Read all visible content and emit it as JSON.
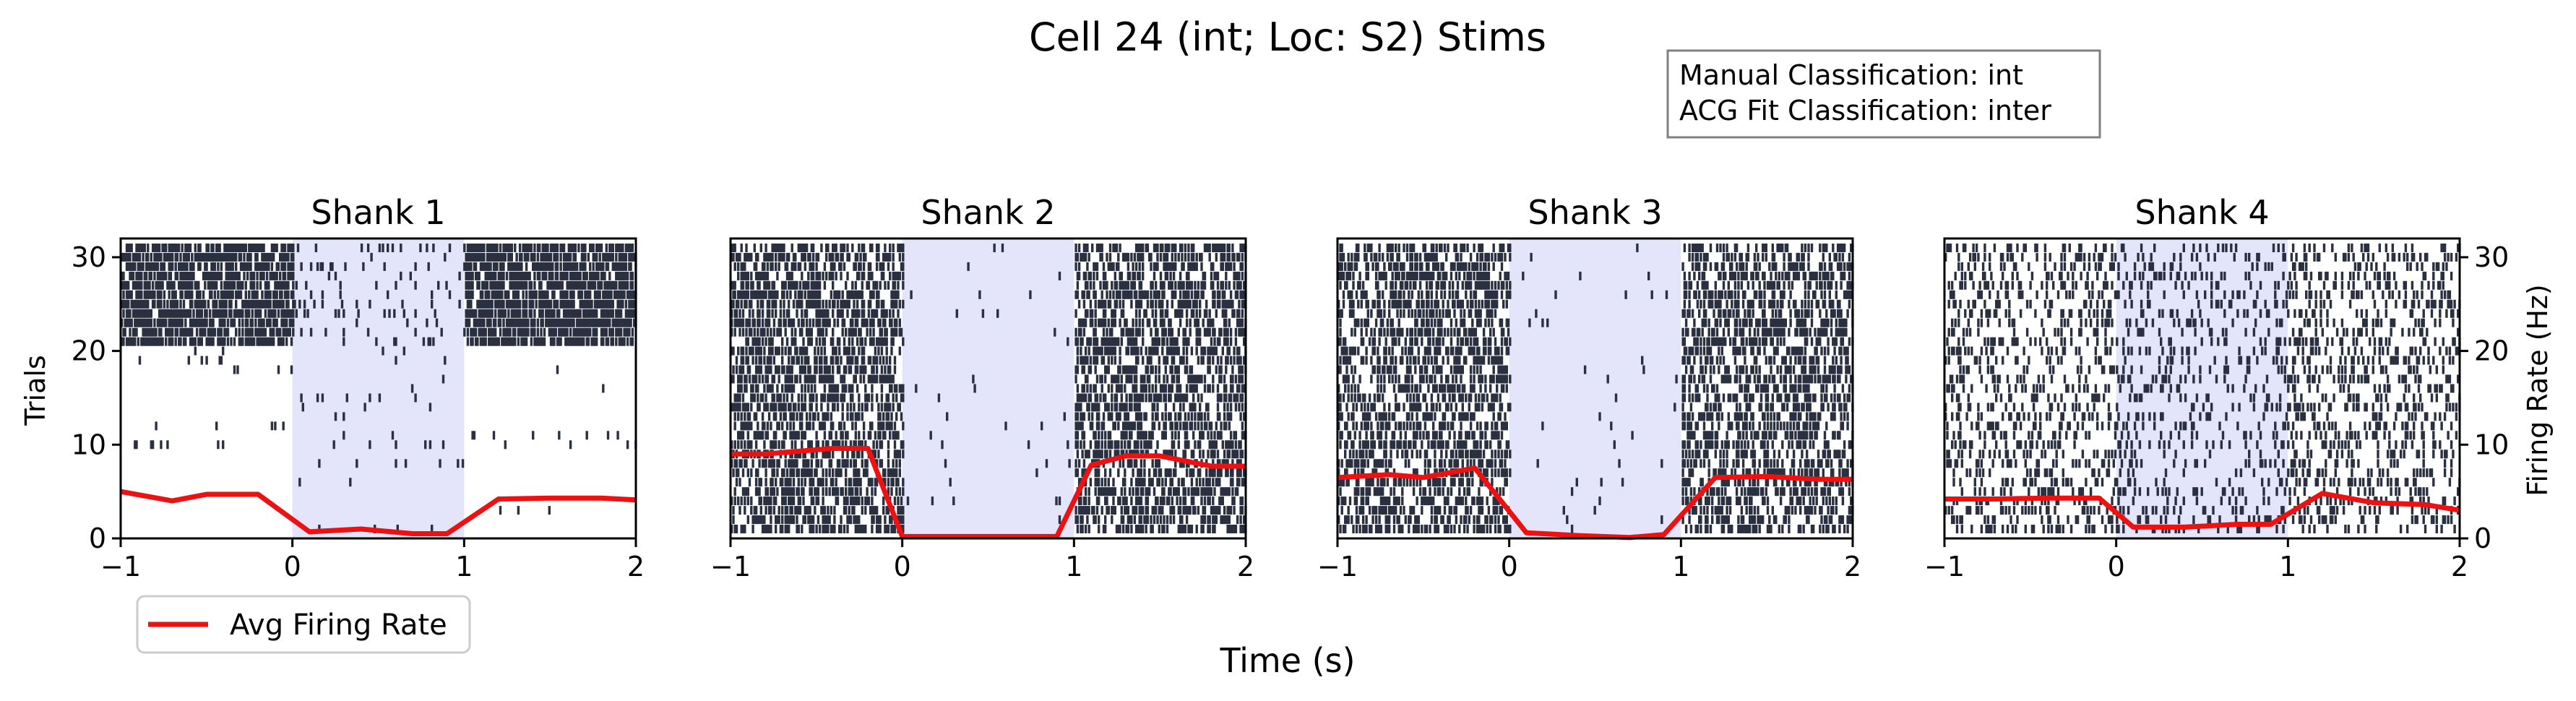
{
  "figure": {
    "title": "Cell 24 (int; Loc: S2) Stims",
    "xlabel": "Time (s)",
    "ylabel_left": "Trials",
    "ylabel_right": "Firing Rate (Hz)",
    "info_box": {
      "line1": "Manual Classification: int",
      "line2": "ACG Fit Classification: inter"
    },
    "legend": {
      "label": "Avg Firing Rate",
      "placement": "bottom-left"
    }
  },
  "colors": {
    "spike": "#2a3040",
    "rate": "#ee1111",
    "stim": "#e4e4fb",
    "axis": "#000000"
  },
  "chart_data": [
    {
      "type": "raster_line",
      "title": "Shank 1",
      "xlim": [
        -1,
        2
      ],
      "ylim": [
        0,
        32
      ],
      "xticks": [
        -1,
        0,
        1,
        2
      ],
      "yticks": [
        0,
        10,
        20,
        30
      ],
      "stim_window": [
        0,
        1
      ],
      "trials": 31,
      "spike_density": {
        "pre": [
          0.0,
          0.0,
          0.0,
          0.0,
          0.0,
          0.0,
          0.0,
          0.0,
          0.0,
          0.04,
          0.0,
          0.04,
          0.0,
          0.0,
          0.0,
          0.0,
          0.0,
          0.03,
          0.03,
          0.03,
          0.75,
          0.75,
          0.75,
          0.75,
          0.75,
          0.75,
          0.75,
          0.75,
          0.75,
          0.75,
          0.75
        ],
        "stim": [
          0.02,
          0.02,
          0.0,
          0.02,
          0.0,
          0.02,
          0.0,
          0.02,
          0.0,
          0.04,
          0.06,
          0.0,
          0.02,
          0.04,
          0.05,
          0.02,
          0.02,
          0.03,
          0.02,
          0.03,
          0.09,
          0.09,
          0.08,
          0.09,
          0.08,
          0.08,
          0.09,
          0.09,
          0.08,
          0.08,
          0.08
        ],
        "post": [
          0.0,
          0.0,
          0.02,
          0.0,
          0.0,
          0.0,
          0.0,
          0.0,
          0.0,
          0.02,
          0.04,
          0.0,
          0.0,
          0.0,
          0.0,
          0.02,
          0.0,
          0.03,
          0.0,
          0.0,
          0.75,
          0.75,
          0.75,
          0.75,
          0.75,
          0.75,
          0.75,
          0.75,
          0.75,
          0.75,
          0.75
        ]
      },
      "rate": {
        "x": [
          -1.0,
          -0.7,
          -0.5,
          -0.2,
          0.1,
          0.4,
          0.7,
          0.9,
          1.2,
          1.5,
          1.8,
          2.0
        ],
        "y": [
          5.0,
          4.0,
          4.7,
          4.7,
          0.7,
          1.0,
          0.5,
          0.5,
          4.2,
          4.3,
          4.3,
          4.1
        ]
      }
    },
    {
      "type": "raster_line",
      "title": "Shank 2",
      "xlim": [
        -1,
        2
      ],
      "ylim": [
        0,
        32
      ],
      "xticks": [
        -1,
        0,
        1,
        2
      ],
      "yticks": [
        0,
        10,
        20,
        30
      ],
      "stim_window": [
        0,
        1
      ],
      "trials": 31,
      "spike_density": {
        "pre": 0.5,
        "stim": 0.012,
        "post": 0.5
      },
      "rate": {
        "x": [
          -1.0,
          -0.8,
          -0.6,
          -0.4,
          -0.2,
          0.0,
          0.3,
          0.6,
          0.9,
          1.1,
          1.3,
          1.5,
          1.8,
          2.0
        ],
        "y": [
          9.0,
          9.0,
          9.3,
          9.6,
          9.6,
          0.2,
          0.2,
          0.2,
          0.2,
          7.8,
          8.8,
          8.8,
          7.7,
          7.7
        ]
      }
    },
    {
      "type": "raster_line",
      "title": "Shank 3",
      "xlim": [
        -1,
        2
      ],
      "ylim": [
        0,
        32
      ],
      "xticks": [
        -1,
        0,
        1,
        2
      ],
      "yticks": [
        0,
        10,
        20,
        30
      ],
      "stim_window": [
        0,
        1
      ],
      "trials": 31,
      "spike_density": {
        "pre": 0.45,
        "stim": 0.015,
        "post": 0.45
      },
      "rate": {
        "x": [
          -1.0,
          -0.7,
          -0.5,
          -0.2,
          0.1,
          0.4,
          0.7,
          0.9,
          1.2,
          1.5,
          1.8,
          2.0
        ],
        "y": [
          6.5,
          6.8,
          6.5,
          7.5,
          0.6,
          0.3,
          0.1,
          0.4,
          6.5,
          6.6,
          6.3,
          6.3
        ]
      }
    },
    {
      "type": "raster_line",
      "title": "Shank 4",
      "xlim": [
        -1,
        2
      ],
      "ylim": [
        0,
        32
      ],
      "xticks": [
        -1,
        0,
        1,
        2
      ],
      "yticks": [
        0,
        10,
        20,
        30
      ],
      "stim_window": [
        0,
        1
      ],
      "trials": 31,
      "spike_density": {
        "pre": 0.22,
        "stim": 0.16,
        "post": 0.24
      },
      "rate": {
        "x": [
          -1.0,
          -0.7,
          -0.4,
          -0.1,
          0.1,
          0.4,
          0.7,
          0.9,
          1.2,
          1.5,
          1.8,
          2.0
        ],
        "y": [
          4.2,
          4.2,
          4.3,
          4.3,
          1.2,
          1.2,
          1.5,
          1.5,
          4.8,
          3.8,
          3.6,
          3.0
        ]
      }
    }
  ]
}
